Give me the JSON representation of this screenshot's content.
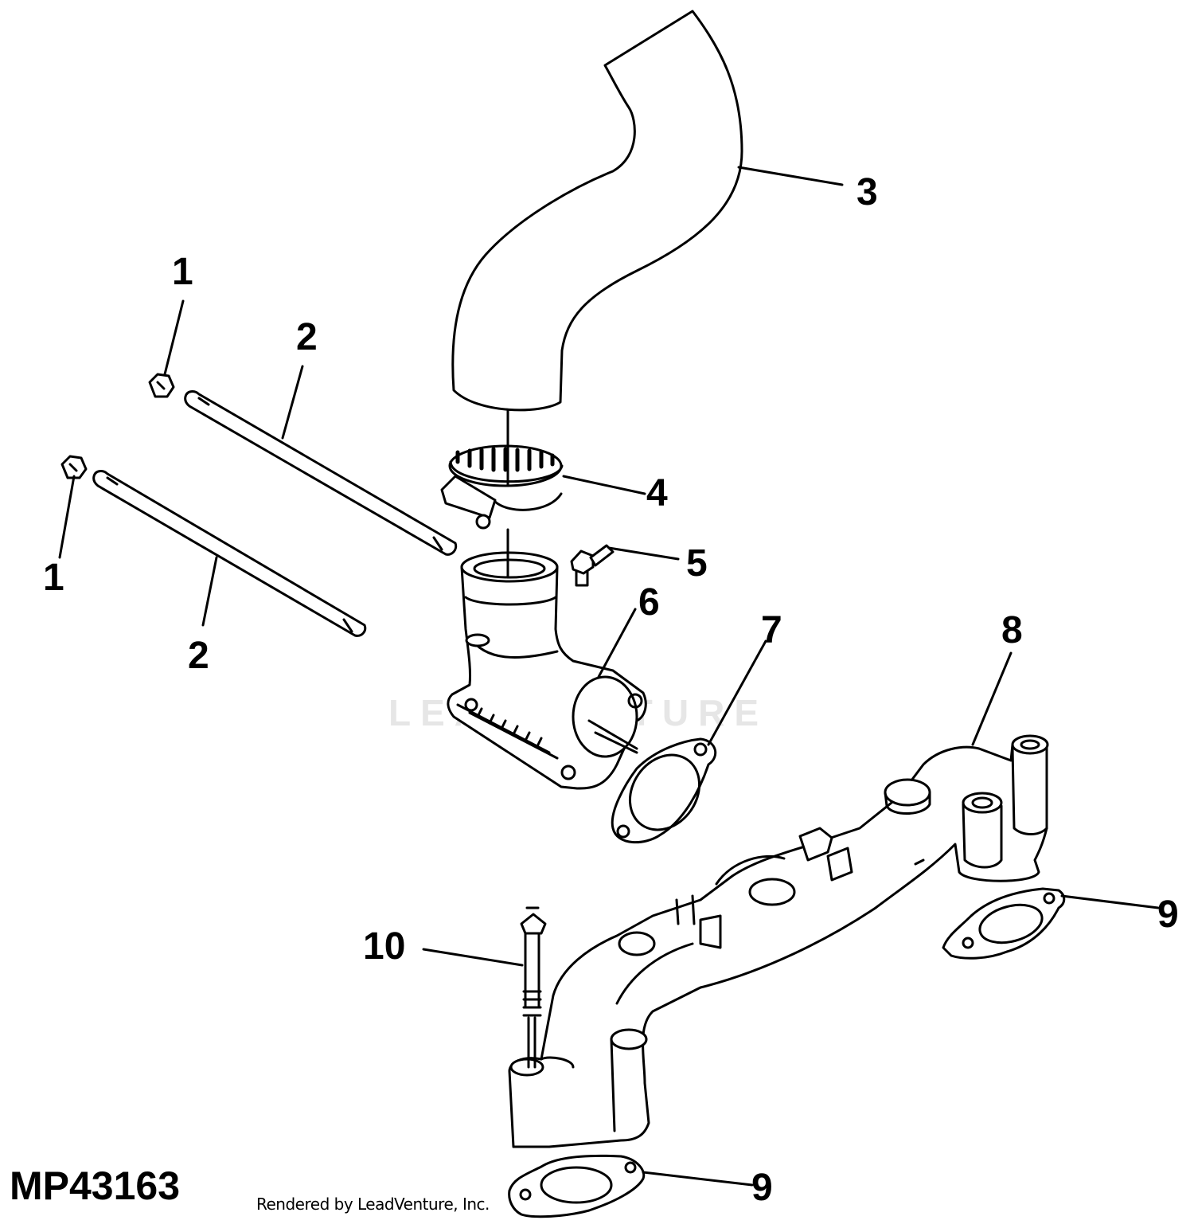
{
  "figure_id": "MP43163",
  "credit": "Rendered by LeadVenture, Inc.",
  "watermark": "LEADVENTURE",
  "colors": {
    "line": "#000000",
    "background": "#ffffff",
    "watermark": "#e6e6e6"
  },
  "callouts": {
    "c1a": "1",
    "c1b": "1",
    "c2a": "2",
    "c2b": "2",
    "c3": "3",
    "c4": "4",
    "c5": "5",
    "c6": "6",
    "c7": "7",
    "c8": "8",
    "c9a": "9",
    "c9b": "9",
    "c10": "10"
  }
}
